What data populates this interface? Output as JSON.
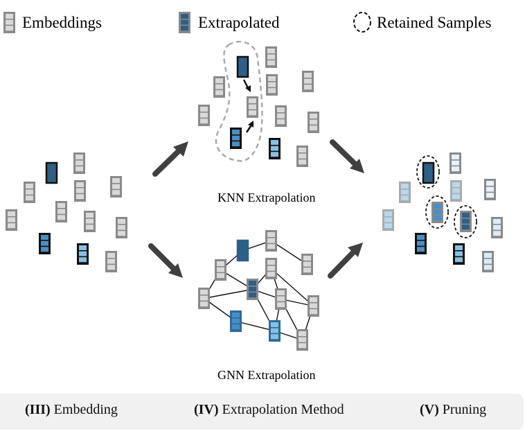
{
  "legend": {
    "embeddings": {
      "label": "Embeddings",
      "icon": "embedding-stack-icon"
    },
    "extrapolated": {
      "label": "Extrapolated",
      "icon": "extrapolated-stack-icon"
    },
    "retained": {
      "label": "Retained Samples",
      "icon": "dashed-ellipse-icon"
    }
  },
  "captions": {
    "knn": "KNN Extrapolation",
    "gnn": "GNN Extrapolation"
  },
  "footer": {
    "stages": [
      {
        "numeral": "(III)",
        "label": " Embedding"
      },
      {
        "numeral": "(IV)",
        "label": " Extrapolation Method"
      },
      {
        "numeral": "(V)",
        "label": " Pruning"
      }
    ]
  },
  "colors": {
    "embedding_fill": "#d9d9d9",
    "embedding_border": "#8a8a8a",
    "dark_blue": "#2e5f86",
    "mid_blue": "#4a8fc4",
    "light_blue": "#86c1e6",
    "pale_blue": "#b5d9ef",
    "very_pale_blue": "#e6f2fa",
    "arrow": "#404040",
    "footer_bg": "#f1f1f1"
  }
}
